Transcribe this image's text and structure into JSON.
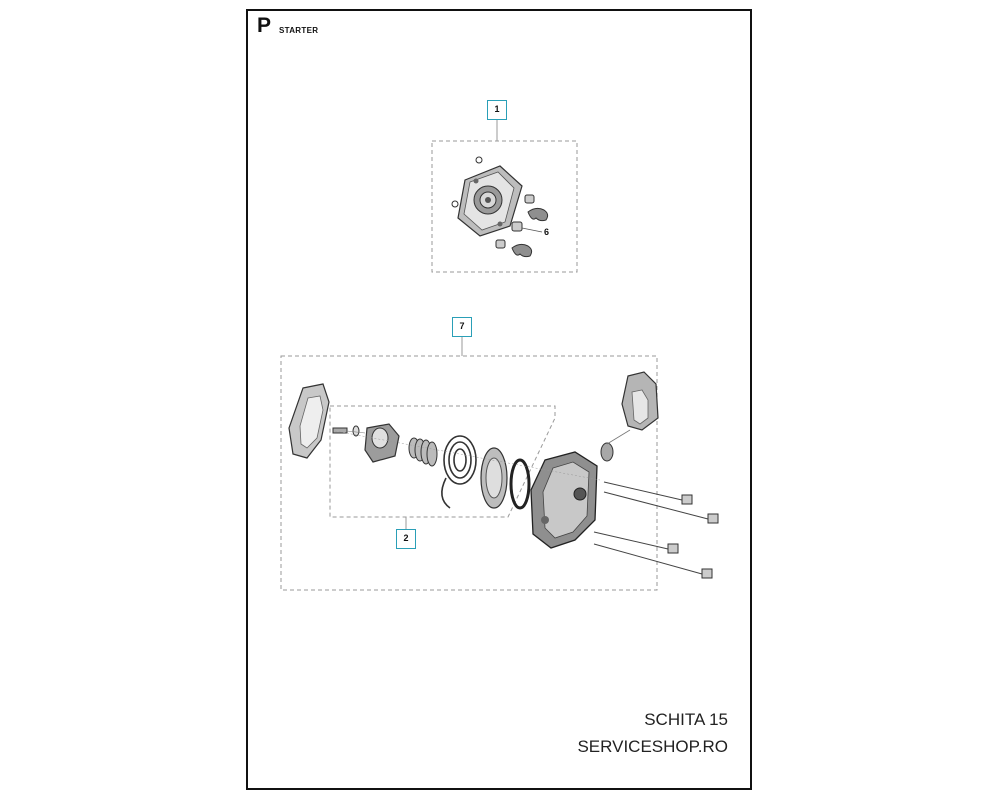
{
  "header": {
    "letter": "P",
    "section_title": "STARTER"
  },
  "callouts": {
    "item1": "1",
    "item7": "7",
    "item2": "2",
    "item6": "6"
  },
  "footer": {
    "line1": "SCHITA 15",
    "line2": "SERVICESHOP.RO"
  },
  "colors": {
    "frame": "#111111",
    "callout_border": "#2a9fb7",
    "dashed_box": "#999999",
    "part_dark": "#3a3a3a",
    "part_mid": "#8a8a8a",
    "part_light": "#cfcfcf"
  }
}
